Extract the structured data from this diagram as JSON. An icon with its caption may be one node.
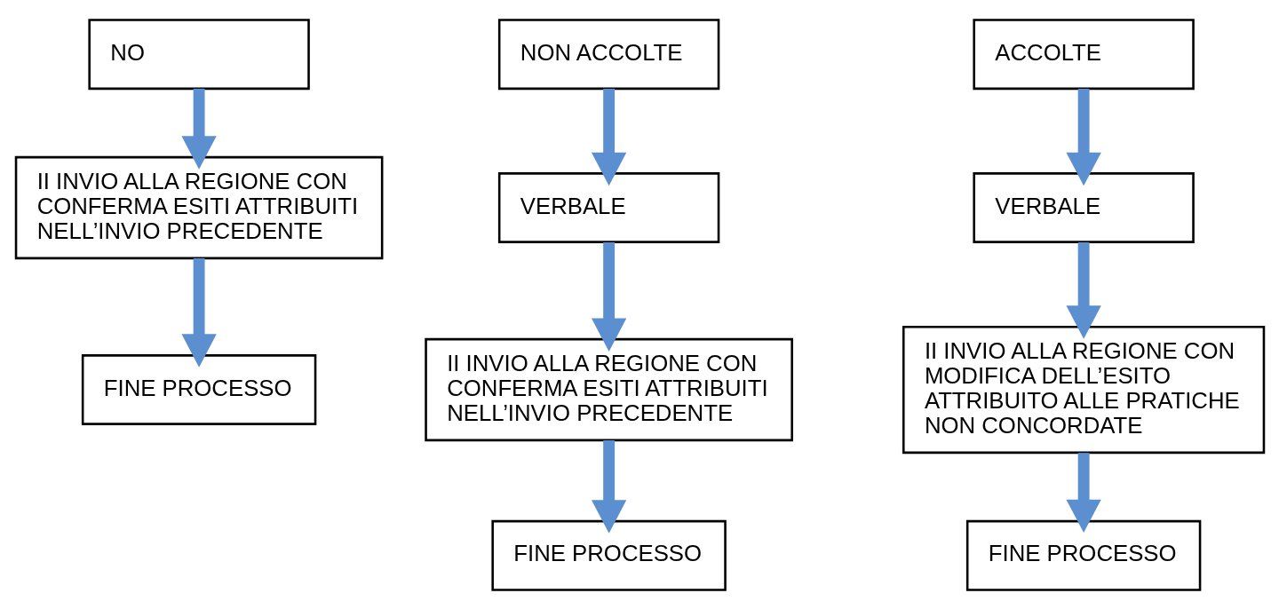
{
  "diagram": {
    "nodes": [
      {
        "text": [
          "NO"
        ]
      },
      {
        "text": [
          "II INVIO ALLA REGIONE CON CONFERMA ESITI ATTRIBUITI NELL’INVIO PRECEDENTE"
        ]
      },
      {
        "text": [
          "FINE PROCESSO"
        ]
      },
      {
        "text": [
          "NON ACCOLTE"
        ]
      },
      {
        "text": [
          "ACCOLTE"
        ]
      },
      {
        "text": [
          "VERBALE"
        ]
      },
      {
        "text": [
          "VERBALE"
        ]
      },
      {
        "text": [
          "II INVIO ALLA REGIONE CON CONFERMA ESITI ATTRIBUITI NELL’INVIO PRECEDENTE"
        ]
      },
      {
        "text": [
          "II INVIO ALLA REGIONE CON MODIFICA DELL’ESITO ATTRIBUITO ALLE PRATICHE NON CONCORDATE"
        ]
      },
      {
        "text": [
          "FINE PROCESSO"
        ]
      },
      {
        "text": [
          "FINE PROCESSO"
        ]
      }
    ],
    "edges": [
      {
        "from": 0,
        "to": 1,
        "arrow": "to"
      },
      {
        "from": 1,
        "to": 2,
        "arrow": "to"
      },
      {
        "from": 3,
        "to": 5,
        "arrow": "to"
      },
      {
        "from": 5,
        "to": 7,
        "arrow": "to"
      },
      {
        "from": 7,
        "to": 9,
        "arrow": "to"
      },
      {
        "from": 4,
        "to": 6,
        "arrow": "to"
      },
      {
        "from": 6,
        "to": 8,
        "arrow": "to"
      },
      {
        "from": 8,
        "to": 10,
        "arrow": "to"
      }
    ]
  }
}
